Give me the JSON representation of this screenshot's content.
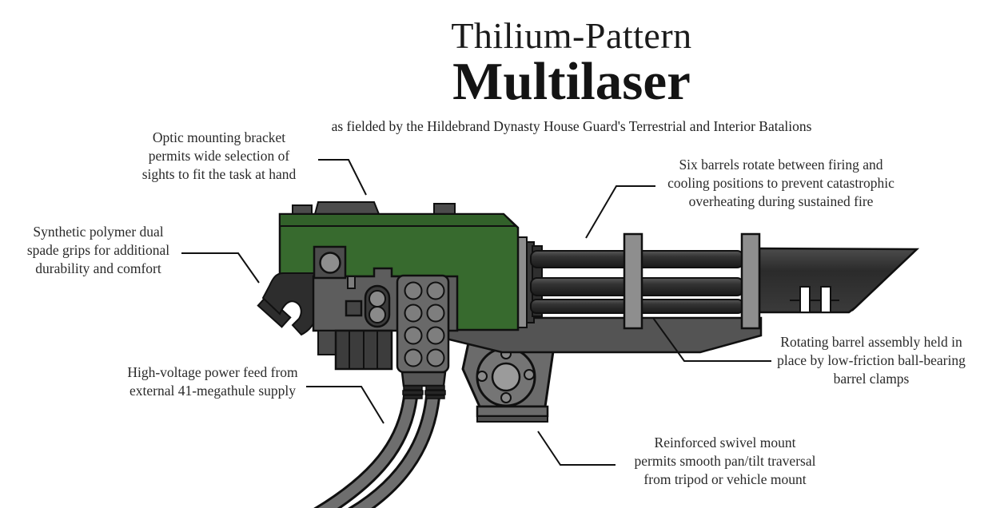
{
  "header": {
    "title_line1": "Thilium-Pattern",
    "title_line2": "Multilaser",
    "subtitle": "as fielded by the Hildebrand Dynasty House Guard's Terrestrial and Interior Batalions"
  },
  "callouts": [
    {
      "id": "optic",
      "lines": [
        "Optic mounting bracket",
        "permits wide selection of",
        "sights to fit the task at hand"
      ]
    },
    {
      "id": "barrels",
      "lines": [
        "Six barrels rotate between firing and",
        "cooling positions to prevent catastrophic",
        "overheating during sustained fire"
      ]
    },
    {
      "id": "grips",
      "lines": [
        "Synthetic polymer dual",
        "spade grips for additional",
        "durability and comfort"
      ]
    },
    {
      "id": "power",
      "lines": [
        "High-voltage power feed from",
        "external 41-megathule supply"
      ]
    },
    {
      "id": "clamps",
      "lines": [
        "Rotating barrel assembly held in",
        "place by low-friction ball-bearing",
        "barrel clamps"
      ]
    },
    {
      "id": "mount",
      "lines": [
        "Reinforced swivel mount",
        "permits smooth pan/tilt traversal",
        "from tripod or vehicle mount"
      ]
    }
  ],
  "illustration": {
    "subject": "Thilium-Pattern Multilaser, side profile technical diagram",
    "colors": {
      "receiver_green": "#376a2e",
      "receiver_green_dark": "#32612a",
      "gray_mid": "#5d5d5d",
      "gray_panel": "#696969",
      "gray_light": "#8e8e8e",
      "gray_dark": "#3f3f3f",
      "gray_rail": "#545454",
      "mount_gray": "#6b6b6b",
      "flange_gray": "#757575",
      "flange_center": "#9b9b9b",
      "cable_gray": "#6e6e6e",
      "grip_black": "#2d2d2d",
      "outline": "#101010",
      "leader_line": "#111111",
      "text": "#262626",
      "background": "#ffffff"
    }
  }
}
